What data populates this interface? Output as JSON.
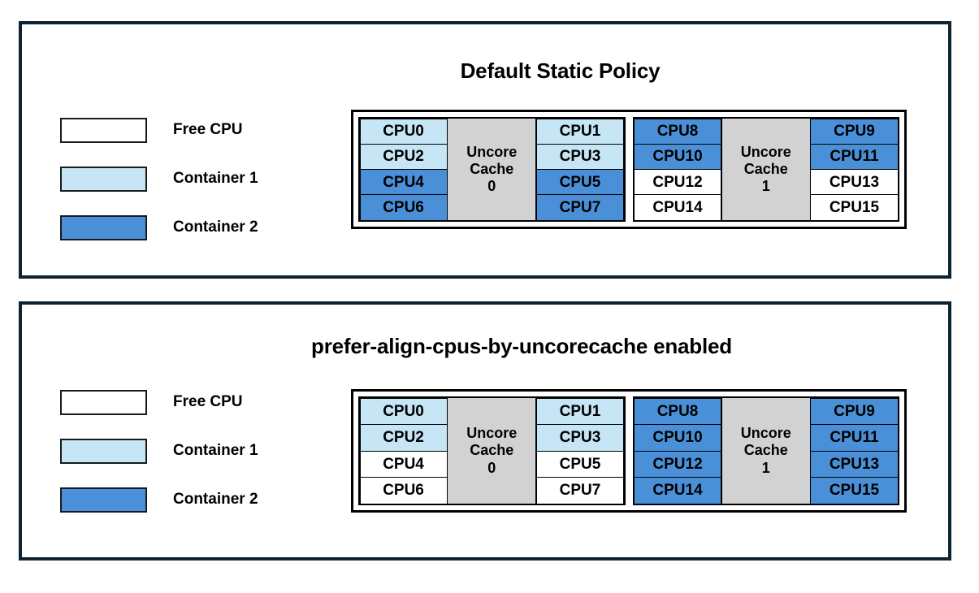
{
  "colors": {
    "free_cpu": "#ffffff",
    "container1": "#c6e5f5",
    "container2": "#4a90d9",
    "cache": "#d2d2d2",
    "panel_border": "#0d2232",
    "cell_border": "#000000"
  },
  "legend": {
    "items": [
      {
        "label": "Free CPU",
        "color_key": "free_cpu"
      },
      {
        "label": "Container 1",
        "color_key": "container1"
      },
      {
        "label": "Container 2",
        "color_key": "container2"
      }
    ]
  },
  "panels": [
    {
      "id": "default-static-policy",
      "title": "Default Static Policy",
      "diagram": {
        "sockets": [
          {
            "cache_label_line1": "Uncore",
            "cache_label_line2": "Cache",
            "cache_label_line3": "0",
            "left_column": [
              {
                "label": "CPU0",
                "state": "container1"
              },
              {
                "label": "CPU2",
                "state": "container1"
              },
              {
                "label": "CPU4",
                "state": "container2"
              },
              {
                "label": "CPU6",
                "state": "container2"
              }
            ],
            "right_column": [
              {
                "label": "CPU1",
                "state": "container1"
              },
              {
                "label": "CPU3",
                "state": "container1"
              },
              {
                "label": "CPU5",
                "state": "container2"
              },
              {
                "label": "CPU7",
                "state": "container2"
              }
            ]
          },
          {
            "cache_label_line1": "Uncore",
            "cache_label_line2": "Cache",
            "cache_label_line3": "1",
            "left_column": [
              {
                "label": "CPU8",
                "state": "container2"
              },
              {
                "label": "CPU10",
                "state": "container2"
              },
              {
                "label": "CPU12",
                "state": "free_cpu"
              },
              {
                "label": "CPU14",
                "state": "free_cpu"
              }
            ],
            "right_column": [
              {
                "label": "CPU9",
                "state": "container2"
              },
              {
                "label": "CPU11",
                "state": "container2"
              },
              {
                "label": "CPU13",
                "state": "free_cpu"
              },
              {
                "label": "CPU15",
                "state": "free_cpu"
              }
            ]
          }
        ]
      }
    },
    {
      "id": "prefer-align-cpus-by-uncorecache",
      "title": "prefer-align-cpus-by-uncorecache enabled",
      "diagram": {
        "sockets": [
          {
            "cache_label_line1": "Uncore",
            "cache_label_line2": "Cache",
            "cache_label_line3": "0",
            "left_column": [
              {
                "label": "CPU0",
                "state": "container1"
              },
              {
                "label": "CPU2",
                "state": "container1"
              },
              {
                "label": "CPU4",
                "state": "free_cpu"
              },
              {
                "label": "CPU6",
                "state": "free_cpu"
              }
            ],
            "right_column": [
              {
                "label": "CPU1",
                "state": "container1"
              },
              {
                "label": "CPU3",
                "state": "container1"
              },
              {
                "label": "CPU5",
                "state": "free_cpu"
              },
              {
                "label": "CPU7",
                "state": "free_cpu"
              }
            ]
          },
          {
            "cache_label_line1": "Uncore",
            "cache_label_line2": "Cache",
            "cache_label_line3": "1",
            "left_column": [
              {
                "label": "CPU8",
                "state": "container2"
              },
              {
                "label": "CPU10",
                "state": "container2"
              },
              {
                "label": "CPU12",
                "state": "container2"
              },
              {
                "label": "CPU14",
                "state": "container2"
              }
            ],
            "right_column": [
              {
                "label": "CPU9",
                "state": "container2"
              },
              {
                "label": "CPU11",
                "state": "container2"
              },
              {
                "label": "CPU13",
                "state": "container2"
              },
              {
                "label": "CPU15",
                "state": "container2"
              }
            ]
          }
        ]
      }
    }
  ]
}
